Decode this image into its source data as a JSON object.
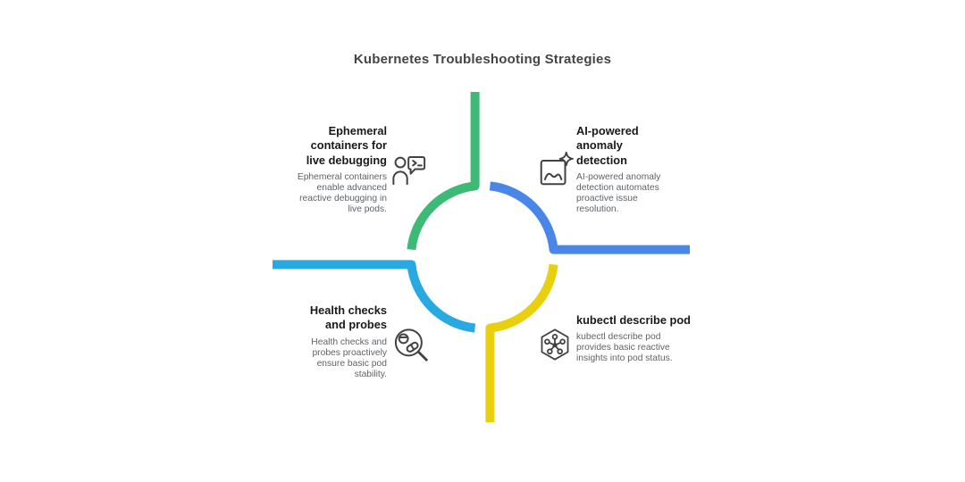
{
  "title": "Kubernetes Troubleshooting Strategies",
  "colors": {
    "green": "#3dbb76",
    "blue": "#4a86e8",
    "yellow": "#e8d00e",
    "cyan": "#29a9e1",
    "title_text": "#454545",
    "heading_text": "#1a1a1a",
    "body_text": "#5f6368",
    "icon_stroke": "#424242",
    "background": "#ffffff"
  },
  "icons": {
    "top_left": "person-chat-terminal-icon",
    "top_right": "image-sparkle-icon",
    "bottom_left": "magnifier-pills-icon",
    "bottom_right": "hexagon-network-icon"
  },
  "quadrants": [
    {
      "position": "top-left",
      "heading": "Ephemeral containers for live debugging",
      "description": "Ephemeral containers enable advanced reactive debugging in live pods.",
      "branch_color": "#3dbb76"
    },
    {
      "position": "top-right",
      "heading": "AI-powered anomaly detection",
      "description": "AI-powered anomaly detection automates proactive issue resolution.",
      "branch_color": "#4a86e8"
    },
    {
      "position": "bottom-left",
      "heading": "Health checks and probes",
      "description": "Health checks and probes proactively ensure basic pod stability.",
      "branch_color": "#29a9e1"
    },
    {
      "position": "bottom-right",
      "heading": "kubectl describe pod",
      "description": "kubectl describe pod provides basic reactive insights into pod status.",
      "branch_color": "#e8d00e"
    }
  ]
}
